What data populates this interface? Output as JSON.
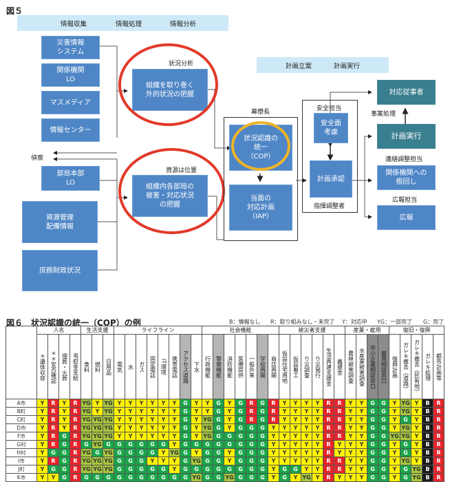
{
  "figure5": {
    "title": "図５",
    "band_left": {
      "items": [
        "情報収集",
        "情報処理",
        "情報分析"
      ]
    },
    "band_right": {
      "items": [
        "計画立案",
        "計画実行"
      ]
    },
    "sources": [
      {
        "label": "災害情報\nシステム"
      },
      {
        "label": "関係機関\nLO"
      },
      {
        "label": "マスメディア"
      },
      {
        "label": "情報センター"
      },
      {
        "label": "部局本部\nLO"
      },
      {
        "label": "資源管理\n配備情報"
      },
      {
        "label": "庶務財政状況"
      }
    ],
    "reconnaissance_label": "偵察",
    "analysis": {
      "external": {
        "caption": "状況分析",
        "label": "組織を取り巻く\n外的状況の把握"
      },
      "internal": {
        "caption": "資源は位置",
        "label": "組織内各部局の\n被害・対応状況\nの把握"
      }
    },
    "chief_of_staff": {
      "caption": "幕僚長",
      "cop": "状況認識の\n統一\n（COP）",
      "iap": "当面の\n対応計画\n（IAP）"
    },
    "coordinator": {
      "top_caption": "安全担当",
      "safety": "安全面\n考慮",
      "approval": "計画承認",
      "bottom_caption": "指揮調整者"
    },
    "outputs": [
      {
        "caption": "",
        "label": "対応従事者"
      },
      {
        "caption": "事案処理",
        "label": "計画実行"
      },
      {
        "caption": "連絡調整担当",
        "label": "関係機関への\n根回し"
      },
      {
        "caption": "広報担当",
        "label": "広報"
      }
    ]
  },
  "figure6": {
    "title": "図６　状況認識の統一（COP）の例",
    "legend": [
      {
        "code": "B",
        "text": "B：情報なし"
      },
      {
        "code": "R",
        "text": "R：取り組みなし・未完了"
      },
      {
        "code": "Y",
        "text": "Y：対応中"
      },
      {
        "code": "YG",
        "text": "YG：一部完了"
      },
      {
        "code": "G",
        "text": "G：完了"
      }
    ],
    "status_colors": {
      "Y": "#fff200",
      "R": "#e8242a",
      "G": "#1aa64a",
      "YG": "#a8c83c",
      "B": "#1a1a1a"
    },
    "groups": [
      {
        "name": "人名",
        "span": 4
      },
      {
        "name": "生活支援",
        "span": 3
      },
      {
        "name": "ライフライン",
        "span": 8
      },
      {
        "name": "社会機能",
        "span": 7
      },
      {
        "name": "被災者支援",
        "span": 6
      },
      {
        "name": "産業・雇用",
        "span": 4
      },
      {
        "name": "復旧・復興",
        "span": 5
      }
    ],
    "columns": [
      {
        "name": "＊遺体収容",
        "shade": ""
      },
      {
        "name": "＊＊安否確認",
        "shade": ""
      },
      {
        "name": "埋葬・火葬",
        "shade": ""
      },
      {
        "name": "弔慰金支給",
        "shade": ""
      },
      {
        "name": "食料",
        "shade": ""
      },
      {
        "name": "燃料",
        "shade": ""
      },
      {
        "name": "日用品",
        "shade": ""
      },
      {
        "name": "電気",
        "shade": ""
      },
      {
        "name": "水",
        "shade": ""
      },
      {
        "name": "ガス",
        "shade": ""
      },
      {
        "name": "固定電話",
        "shade": ""
      },
      {
        "name": "IT環境",
        "shade": ""
      },
      {
        "name": "携帯電話",
        "shade": ""
      },
      {
        "name": "アクセス道路",
        "shade": "gray"
      },
      {
        "name": "下水",
        "shade": ""
      },
      {
        "name": "行政機能",
        "shade": ""
      },
      {
        "name": "警察機能",
        "shade": "gray"
      },
      {
        "name": "消防機能",
        "shade": ""
      },
      {
        "name": "医療提供",
        "shade": ""
      },
      {
        "name": "一般外来",
        "shade": ""
      },
      {
        "name": "学校再開",
        "shade": "gray"
      },
      {
        "name": "商店再開",
        "shade": ""
      },
      {
        "name": "仮設住宅用地",
        "shade": ""
      },
      {
        "name": "仮設着工",
        "shade": ""
      },
      {
        "name": "り災調査",
        "shade": ""
      },
      {
        "name": "り災発行",
        "shade": ""
      },
      {
        "name": "生活再建支援金",
        "shade": ""
      },
      {
        "name": "義援金",
        "shade": ""
      },
      {
        "name": "農林被害調査",
        "shade": ""
      },
      {
        "name": "水産業被害調査",
        "shade": ""
      },
      {
        "name": "中小企業相談窓口",
        "shade": "dgray"
      },
      {
        "name": "雇用相談窓口",
        "shade": "dgray"
      },
      {
        "name": "復興計画",
        "shade": ""
      },
      {
        "name": "ガレキ撤去（道路）",
        "shade": ""
      },
      {
        "name": "ガレキ撤去（民有地）",
        "shade": ""
      },
      {
        "name": "ガレキ処理",
        "shade": ""
      },
      {
        "name": "都市計画等",
        "shade": ""
      }
    ],
    "rows": [
      {
        "name": "A市",
        "values": [
          "Y",
          "R",
          "Y",
          "R",
          "YG",
          "Y",
          "YG",
          "Y",
          "Y",
          "Y",
          "Y",
          "Y",
          "Y",
          "G",
          "Y",
          "Y",
          "G",
          "Y",
          "G",
          "R",
          "G",
          "R",
          "Y",
          "Y",
          "Y",
          "Y",
          "R",
          "R",
          "Y",
          "Y",
          "G",
          "G",
          "Y",
          "YG",
          "Y",
          "B",
          "R"
        ]
      },
      {
        "name": "B町",
        "values": [
          "Y",
          "R",
          "Y",
          "R",
          "YG",
          "Y",
          "YG",
          "Y",
          "Y",
          "Y",
          "Y",
          "Y",
          "Y",
          "G",
          "Y",
          "Y",
          "G",
          "Y",
          "G",
          "R",
          "G",
          "R",
          "Y",
          "Y",
          "Y",
          "Y",
          "R",
          "R",
          "Y",
          "Y",
          "G",
          "G",
          "Y",
          "YG",
          "Y",
          "B",
          "R"
        ]
      },
      {
        "name": "C町",
        "values": [
          "Y",
          "R",
          "Y",
          "R",
          "YG",
          "YG",
          "YG",
          "Y",
          "Y",
          "Y",
          "Y",
          "Y",
          "Y",
          "G",
          "Y",
          "YG",
          "G",
          "Y",
          "G",
          "R",
          "G",
          "R",
          "Y",
          "Y",
          "Y",
          "Y",
          "R",
          "R",
          "Y",
          "Y",
          "G",
          "G",
          "Y",
          "G",
          "Y",
          "B",
          "R"
        ]
      },
      {
        "name": "D市",
        "values": [
          "Y",
          "R",
          "Y",
          "R",
          "YG",
          "YG",
          "YG",
          "Y",
          "Y",
          "Y",
          "Y",
          "Y",
          "Y",
          "G",
          "Y",
          "YG",
          "G",
          "Y",
          "G",
          "G",
          "G",
          "Y",
          "Y",
          "Y",
          "Y",
          "Y",
          "R",
          "R",
          "Y",
          "Y",
          "G",
          "G",
          "Y",
          "YG",
          "Y",
          "B",
          "R"
        ]
      },
      {
        "name": "F市",
        "values": [
          "Y",
          "R",
          "G",
          "R",
          "YG",
          "YG",
          "YG",
          "Y",
          "Y",
          "Y",
          "Y",
          "Y",
          "Y",
          "G",
          "Y",
          "YG",
          "G",
          "G",
          "G",
          "G",
          "G",
          "Y",
          "Y",
          "Y",
          "Y",
          "Y",
          "R",
          "R",
          "Y",
          "Y",
          "G",
          "G",
          "YG",
          "YG",
          "Y",
          "B",
          "R"
        ]
      },
      {
        "name": "G村",
        "values": [
          "Y",
          "R",
          "G",
          "R",
          "G",
          "YG",
          "G",
          "G",
          "G",
          "G",
          "G",
          "G",
          "Y",
          "G",
          "G",
          "G",
          "G",
          "G",
          "G",
          "G",
          "G",
          "Y",
          "Y",
          "Y",
          "Y",
          "Y",
          "R",
          "Y",
          "Y",
          "Y",
          "G",
          "G",
          "Y",
          "G",
          "Y",
          "B",
          "R"
        ]
      },
      {
        "name": "H村",
        "values": [
          "Y",
          "G",
          "G",
          "R",
          "YG",
          "G",
          "YG",
          "G",
          "G",
          "G",
          "G",
          "Y",
          "YG",
          "G",
          "Y",
          "G",
          "G",
          "Y",
          "G",
          "G",
          "G",
          "Y",
          "Y",
          "Y",
          "Y",
          "Y",
          "R",
          "Y",
          "Y",
          "Y",
          "G",
          "G",
          "Y",
          "G",
          "Y",
          "B",
          "R"
        ]
      },
      {
        "name": "I市",
        "values": [
          "Y",
          "R",
          "G",
          "R",
          "YG",
          "YG",
          "YG",
          "G",
          "G",
          "G",
          "Y",
          "Y",
          "Y",
          "G",
          "YG",
          "G",
          "G",
          "Y",
          "G",
          "G",
          "G",
          "Y",
          "Y",
          "Y",
          "Y",
          "Y",
          "R",
          "R",
          "Y",
          "Y",
          "G",
          "G",
          "Y",
          "YG",
          "Y",
          "B",
          "R"
        ]
      },
      {
        "name": "J町",
        "values": [
          "Y",
          "G",
          "G",
          "R",
          "YG",
          "YG",
          "YG",
          "G",
          "G",
          "G",
          "G",
          "G",
          "Y",
          "G",
          "G",
          "G",
          "G",
          "G",
          "G",
          "G",
          "G",
          "Y",
          "G",
          "G",
          "Y",
          "Y",
          "R",
          "R",
          "Y",
          "Y",
          "G",
          "G",
          "Y",
          "G",
          "YG",
          "B",
          "R"
        ]
      },
      {
        "name": "K市",
        "values": [
          "Y",
          "Y",
          "G",
          "R",
          "G",
          "G",
          "G",
          "G",
          "G",
          "G",
          "G",
          "G",
          "G",
          "G",
          "YG",
          "G",
          "G",
          "YG",
          "G",
          "G",
          "G",
          "Y",
          "G",
          "Y",
          "YG",
          "Y",
          "R",
          "Y",
          "Y",
          "Y",
          "G",
          "G",
          "Y",
          "G",
          "YG",
          "B",
          "R"
        ]
      }
    ]
  }
}
